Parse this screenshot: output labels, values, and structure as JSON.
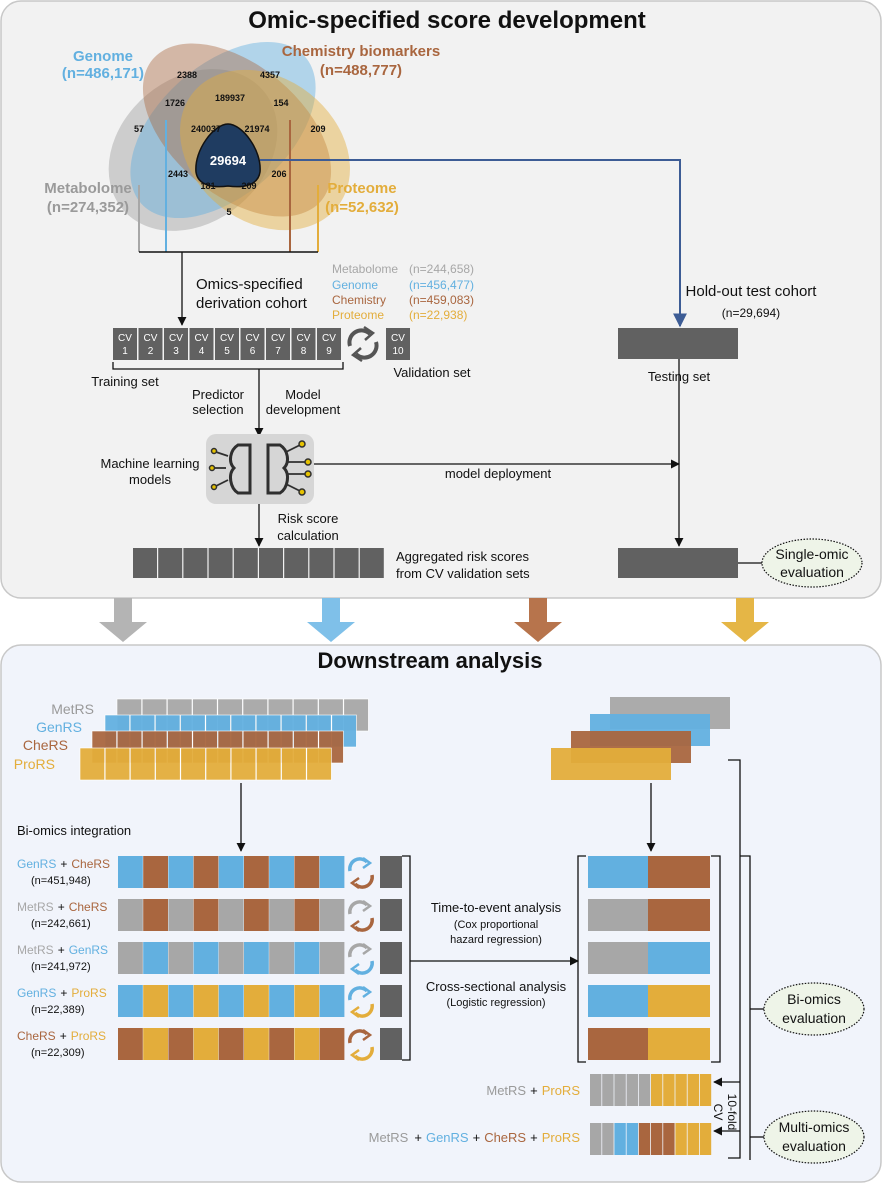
{
  "colors": {
    "metabolome": "#a7a7a7",
    "genome": "#62b0e0",
    "chemistry": "#a9663f",
    "proteome": "#e3ad3b",
    "dark": "#616161",
    "navy": "#3d5c95"
  },
  "top": {
    "title": "Omic-specified score development",
    "genome_label": "Genome",
    "genome_n": "(n=486,171)",
    "chem_label": "Chemistry biomarkers",
    "chem_n": "(n=488,777)",
    "metab_label": "Metabolome",
    "metab_n": "(n=274,352)",
    "prot_label": "Proteome",
    "prot_n": "(n=52,632)",
    "venn": {
      "v2388": "2388",
      "v4357": "4357",
      "v1726": "1726",
      "v189937": "189937",
      "v154": "154",
      "v57": "57",
      "v240037": "240037",
      "v21974": "21974",
      "v209a": "209",
      "center": "29694",
      "v2443": "2443",
      "v181": "181",
      "v209b": "209",
      "v206": "206",
      "v5": "5"
    },
    "derivation_line1": "Omics-specified",
    "derivation_line2": "derivation cohort",
    "counts": [
      {
        "name": "Metabolome",
        "n": "(n=244,658)"
      },
      {
        "name": "Genome",
        "n": "(n=456,477)"
      },
      {
        "name": "Chemistry",
        "n": "(n=459,083)"
      },
      {
        "name": "Proteome",
        "n": "(n=22,938)"
      }
    ],
    "holdout": "Hold-out test cohort",
    "holdout_n": "(n=29,694)",
    "cv_word": "CV",
    "cv_nums": [
      "1",
      "2",
      "3",
      "4",
      "5",
      "6",
      "7",
      "8",
      "9"
    ],
    "cv10": "10",
    "training_set": "Training set",
    "validation_set": "Validation set",
    "testing_set": "Testing set",
    "predictor1": "Predictor",
    "predictor2": "selection",
    "modeldev1": "Model",
    "modeldev2": "development",
    "ml1": "Machine learning",
    "ml2": "models",
    "deployment": "model deployment",
    "risk1": "Risk score",
    "risk2": "calculation",
    "agg1": "Aggregated risk scores",
    "agg2": "from CV validation sets",
    "single1": "Single-omic",
    "single2": "evaluation"
  },
  "bottom": {
    "title": "Downstream analysis",
    "stack_labels": [
      "MetRS",
      "GenRS",
      "CheRS",
      "ProRS"
    ],
    "bi_integration": "Bi-omics integration",
    "plus": "+",
    "pairs": [
      {
        "a": "GenRS",
        "b": "CheRS",
        "n": "(n=451,948)"
      },
      {
        "a": "MetRS",
        "b": "CheRS",
        "n": "(n=242,661)"
      },
      {
        "a": "MetRS",
        "b": "GenRS",
        "n": "(n=241,972)"
      },
      {
        "a": "GenRS",
        "b": "ProRS",
        "n": "(n=22,389)"
      },
      {
        "a": "CheRS",
        "b": "ProRS",
        "n": "(n=22,309)"
      }
    ],
    "tte1": "Time-to-event analysis",
    "tte2": "(Cox proportional",
    "tte3": "hazard regression)",
    "cs1": "Cross-sectional analysis",
    "cs2": "(Logistic regression)",
    "bi_eval1": "Bi-omics",
    "bi_eval2": "evaluation",
    "multi_eval1": "Multi-omics",
    "multi_eval2": "evaluation",
    "multi_row1": [
      "MetRS",
      "ProRS"
    ],
    "multi_row2": [
      "MetRS",
      "GenRS",
      "CheRS",
      "ProRS"
    ],
    "tenfold1": "10-fold",
    "tenfold2": "CV"
  }
}
